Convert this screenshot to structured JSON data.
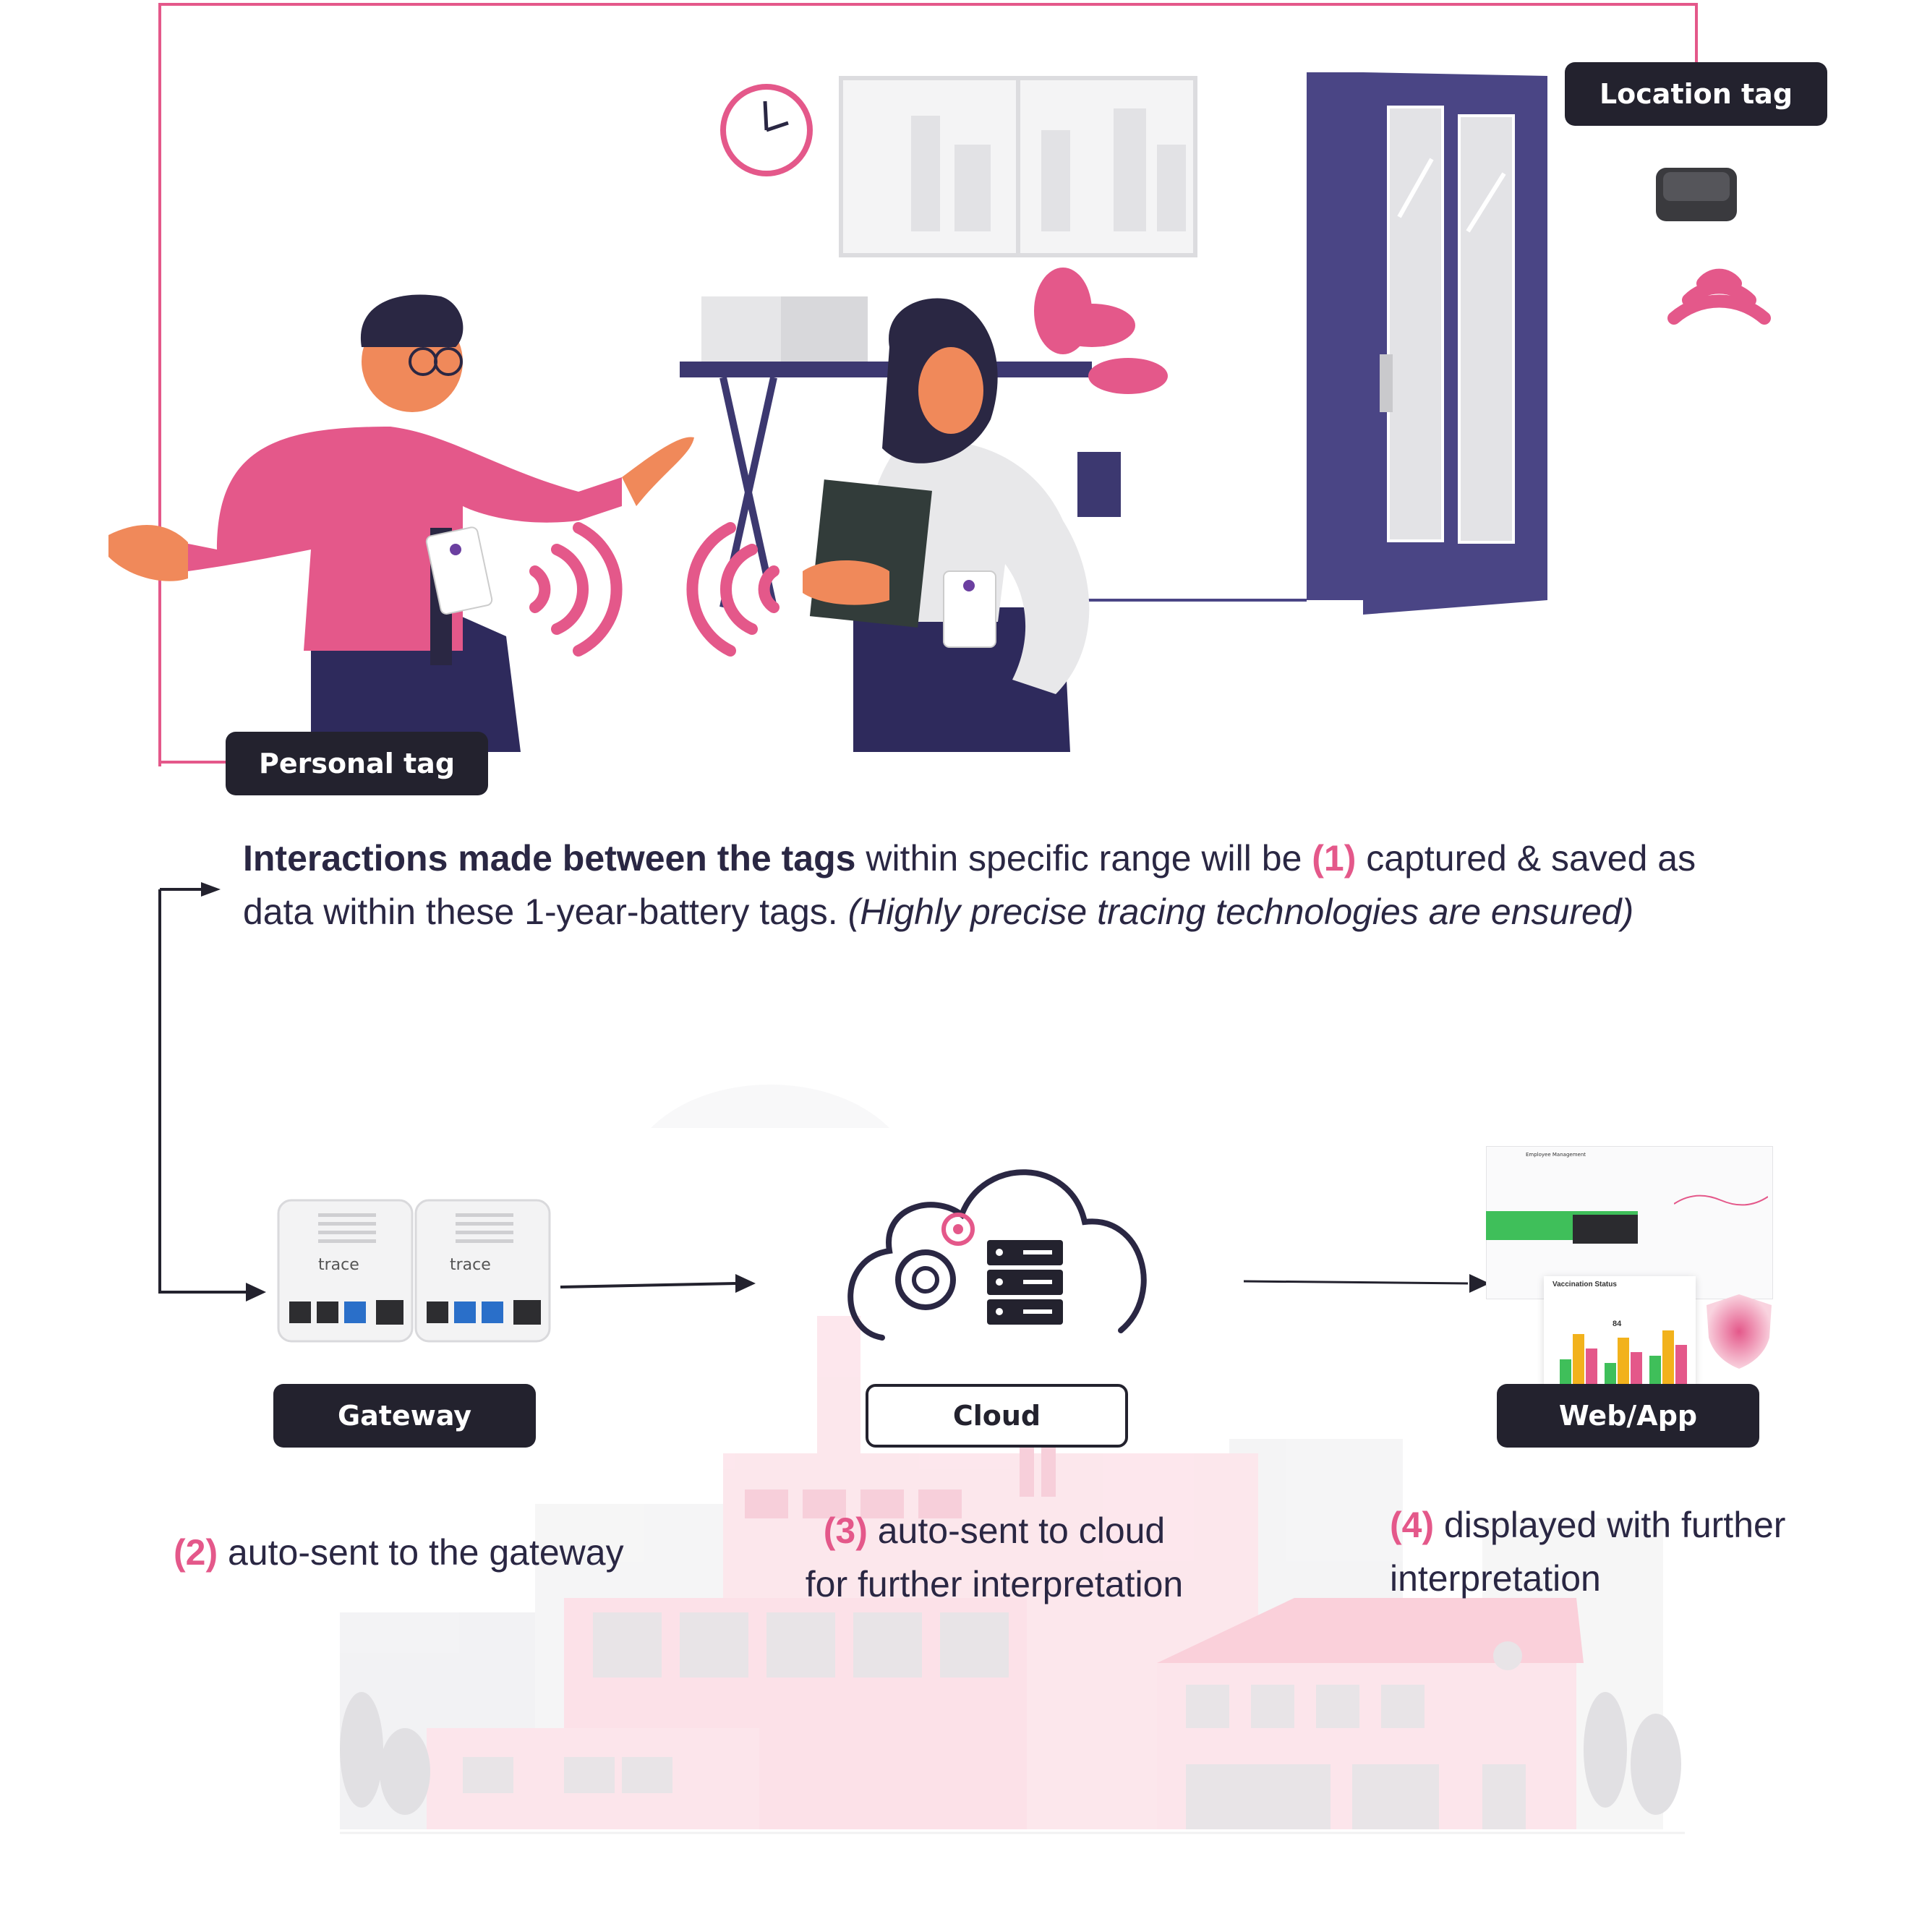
{
  "labels": {
    "location_tag": "Location tag",
    "personal_tag": "Personal tag",
    "gateway": "Gateway",
    "cloud": "Cloud",
    "web_app": "Web/App"
  },
  "gateway_brand": "trace",
  "main_text": {
    "bold": "Interactions made between the tags",
    "part1": " within specific range will be ",
    "num": "(1)",
    "part2": " captured & saved as data within these 1-year-battery tags. ",
    "italic": "(Highly precise tracing technologies are ensured)"
  },
  "steps": [
    {
      "num": "(2)",
      "text": " auto-sent to the gateway"
    },
    {
      "num": "(3)",
      "text": " auto-sent to cloud",
      "line2": "for further interpretation"
    },
    {
      "num": "(4)",
      "text": " displayed with further",
      "line2": "interpretation"
    }
  ],
  "dashboard": {
    "header": "Employee Management",
    "panel_title": "Vaccination Status",
    "value": "84"
  },
  "colors": {
    "accent_pink": "#e4588a",
    "navy": "#2a2743",
    "label_dark": "#23222e",
    "door_purple": "#4a4585"
  }
}
